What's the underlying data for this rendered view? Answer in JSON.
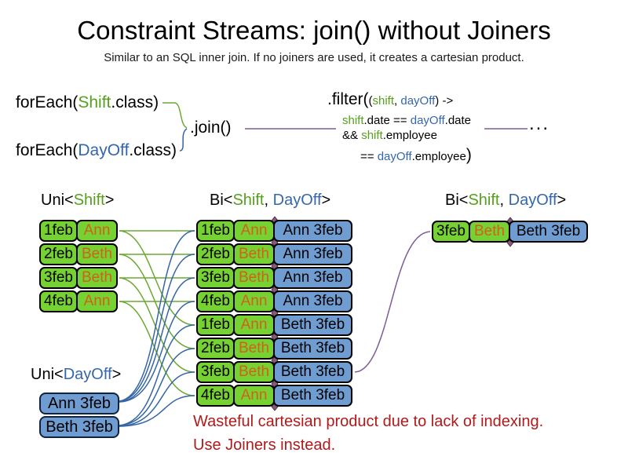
{
  "title": "Constraint Streams: join() without Joiners",
  "subtitle": "Similar to an SQL inner join. If no joiners are used, it creates a cartesian product.",
  "code": {
    "foreach_shift": {
      "fn": "forEach(",
      "cls": "Shift",
      "rest": ".class)"
    },
    "foreach_dayoff": {
      "fn": "forEach(",
      "cls": "DayOff",
      "rest": ".class)"
    },
    "join": ".join()",
    "filter": {
      "head": ".filter(",
      "p_open": "(",
      "p1": "shift",
      "p_comma": ", ",
      "p2": "dayOff",
      "p_close": ") ->",
      "l2a": "shift",
      "l2b": ".date == ",
      "l2c": "dayOff",
      "l2d": ".date",
      "l3a": "&& ",
      "l3b": "shift",
      "l3c": ".employee",
      "l4a": "== ",
      "l4b": "dayOff",
      "l4c": ".employee",
      "close": ")"
    },
    "ellipsis": "..."
  },
  "labels": {
    "uni_shift": {
      "pre": "Uni<",
      "t": "Shift",
      "post": ">"
    },
    "bi_mid": {
      "pre": "Bi<",
      "t1": "Shift",
      "sep": ", ",
      "t2": "DayOff",
      "post": ">"
    },
    "bi_right": {
      "pre": "Bi<",
      "t1": "Shift",
      "sep": ", ",
      "t2": "DayOff",
      "post": ">"
    },
    "uni_dayoff": {
      "pre": "Uni<",
      "t": "DayOff",
      "post": ">"
    }
  },
  "shift_facts": [
    {
      "date": "1feb",
      "emp": "Ann"
    },
    {
      "date": "2feb",
      "emp": "Beth"
    },
    {
      "date": "3feb",
      "emp": "Beth"
    },
    {
      "date": "4feb",
      "emp": "Ann"
    }
  ],
  "dayoff_facts": [
    "Ann 3feb",
    "Beth 3feb"
  ],
  "bi_rows": [
    {
      "date": "1feb",
      "emp": "Ann",
      "dayoff": "Ann 3feb"
    },
    {
      "date": "2feb",
      "emp": "Beth",
      "dayoff": "Ann 3feb"
    },
    {
      "date": "3feb",
      "emp": "Beth",
      "dayoff": "Ann 3feb"
    },
    {
      "date": "4feb",
      "emp": "Ann",
      "dayoff": "Ann 3feb"
    },
    {
      "date": "1feb",
      "emp": "Ann",
      "dayoff": "Beth 3feb"
    },
    {
      "date": "2feb",
      "emp": "Beth",
      "dayoff": "Beth 3feb"
    },
    {
      "date": "3feb",
      "emp": "Beth",
      "dayoff": "Beth 3feb"
    },
    {
      "date": "4feb",
      "emp": "Ann",
      "dayoff": "Beth 3feb"
    }
  ],
  "result": {
    "date": "3feb",
    "emp": "Beth",
    "dayoff": "Beth 3feb"
  },
  "warning": {
    "line1": "Wasteful cartesian product due to lack of indexing.",
    "line2": "Use Joiners instead."
  },
  "colors": {
    "shift_green_fill": "#76d232",
    "dayoff_blue_fill": "#6f9dd1",
    "green_text": "#55a01e",
    "blue_text": "#3566ac",
    "orange_text": "#d2601a",
    "warning_red": "#b11a1a",
    "line_green": "#6aa832",
    "line_blue": "#3465a4",
    "line_purple": "#7d5c99",
    "diamond_purple": "#8a5a7a"
  }
}
